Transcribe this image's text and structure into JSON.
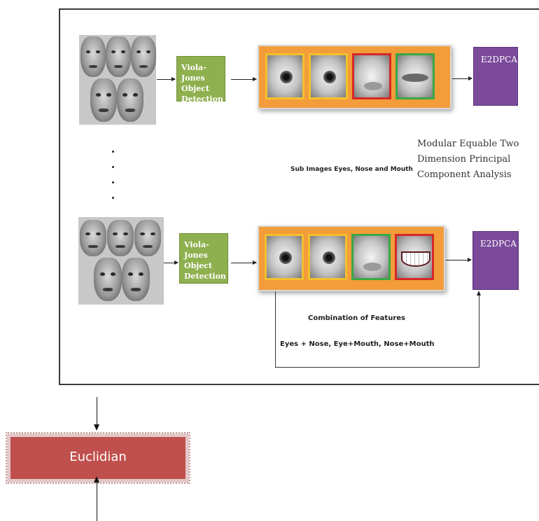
{
  "diagram": {
    "top_row": {
      "detector_label": "Viola-Jones Object Detection",
      "method_label": "E2DPCA"
    },
    "bottom_row": {
      "detector_label": "Viola-Jones Object Detection",
      "method_label": "E2DPCA"
    },
    "sub_images_label": "Sub Images Eyes, Nose and Mouth",
    "method_description": [
      "Modular Equable Two",
      "Dimension Principal",
      "Component Analysis"
    ],
    "combination_title": "Combination of Features",
    "combination_list": "Eyes + Nose, Eye+Mouth, Nose+Mouth"
  },
  "classifier": {
    "label": "Euclidian",
    "color": "#c0504d"
  },
  "colors": {
    "detector": "#8fb04f",
    "strip": "#f39c3a",
    "method": "#7b4a9b",
    "border_yellow": "#f2c12e",
    "border_red": "#d62828",
    "border_green": "#3aa845"
  }
}
